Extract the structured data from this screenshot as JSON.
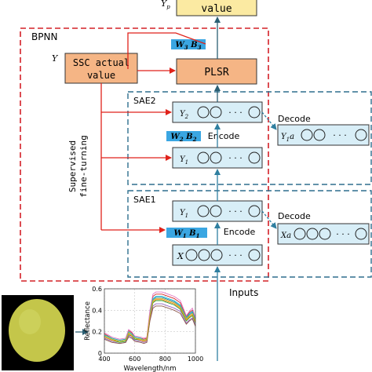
{
  "colors": {
    "bpnn_border": "#d42027",
    "sae_border": "#2e6f8e",
    "orange_box": "#f5b585",
    "yellow_box": "#fbeaa2",
    "encoder_box": "#d8eef7",
    "weight_tag": "#3aa6e2",
    "arrow_red": "#e0221a",
    "arrow_teal": "#2f7fa0",
    "fruit_bg": "#000000",
    "fruit": "#c4c64a"
  },
  "labels": {
    "yp": "Yp",
    "output_value": "value",
    "bpnn": "BPNN",
    "y_symbol": "Y",
    "ssc_line1": "SSC actual",
    "ssc_line2": "value",
    "w3b3": "W3 B3",
    "plsr": "PLSR",
    "sae2": "SAE2",
    "sae1": "SAE1",
    "y2": "Y2",
    "y1_top": "Y1",
    "y1_bottom": "Y1",
    "x": "X",
    "y1a": "Y1a",
    "xa": "Xa",
    "w2b2": "W2 B2",
    "w1b1": "W1 B1",
    "encode_top": "Encode",
    "encode_bottom": "Encode",
    "decode_top": "Decode",
    "decode_bottom": "Decode",
    "supervised_line1": "Supervised",
    "supervised_line2": "fine-turning",
    "inputs": "Inputs",
    "dots": "· · ·"
  },
  "chart_data": {
    "type": "line",
    "xlabel": "Wavelength/nm",
    "ylabel": "Reflectance",
    "xlim": [
      400,
      1000
    ],
    "ylim": [
      0,
      0.6
    ],
    "xticks": [
      "400",
      "600",
      "800",
      "1000"
    ],
    "yticks": [
      "0",
      "0.2",
      "0.4",
      "0.6"
    ],
    "grid": true,
    "x": [
      400,
      450,
      500,
      540,
      560,
      580,
      600,
      640,
      660,
      680,
      700,
      720,
      740,
      780,
      820,
      860,
      900,
      940,
      960,
      980,
      1000
    ],
    "series": [
      {
        "color": "#1f77b4",
        "values": [
          0.16,
          0.13,
          0.11,
          0.12,
          0.19,
          0.17,
          0.14,
          0.13,
          0.12,
          0.13,
          0.36,
          0.5,
          0.52,
          0.52,
          0.5,
          0.48,
          0.44,
          0.32,
          0.36,
          0.38,
          0.3
        ]
      },
      {
        "color": "#2ca02c",
        "values": [
          0.15,
          0.12,
          0.1,
          0.11,
          0.17,
          0.16,
          0.13,
          0.12,
          0.11,
          0.12,
          0.33,
          0.47,
          0.49,
          0.49,
          0.47,
          0.45,
          0.41,
          0.3,
          0.33,
          0.35,
          0.28
        ]
      },
      {
        "color": "#d62728",
        "values": [
          0.18,
          0.14,
          0.12,
          0.13,
          0.21,
          0.19,
          0.15,
          0.14,
          0.13,
          0.14,
          0.38,
          0.53,
          0.55,
          0.55,
          0.53,
          0.51,
          0.47,
          0.34,
          0.38,
          0.4,
          0.32
        ]
      },
      {
        "color": "#9467bd",
        "values": [
          0.14,
          0.11,
          0.09,
          0.1,
          0.16,
          0.15,
          0.12,
          0.11,
          0.1,
          0.11,
          0.31,
          0.44,
          0.46,
          0.46,
          0.44,
          0.42,
          0.39,
          0.28,
          0.31,
          0.33,
          0.26
        ]
      },
      {
        "color": "#17becf",
        "values": [
          0.17,
          0.14,
          0.12,
          0.13,
          0.2,
          0.18,
          0.15,
          0.14,
          0.12,
          0.13,
          0.37,
          0.51,
          0.53,
          0.53,
          0.51,
          0.49,
          0.45,
          0.33,
          0.37,
          0.39,
          0.31
        ]
      },
      {
        "color": "#ff7f0e",
        "values": [
          0.15,
          0.12,
          0.11,
          0.12,
          0.18,
          0.16,
          0.14,
          0.12,
          0.11,
          0.12,
          0.34,
          0.48,
          0.5,
          0.5,
          0.48,
          0.46,
          0.42,
          0.31,
          0.34,
          0.36,
          0.29
        ]
      },
      {
        "color": "#8c564b",
        "values": [
          0.13,
          0.1,
          0.09,
          0.1,
          0.15,
          0.14,
          0.11,
          0.1,
          0.09,
          0.1,
          0.3,
          0.42,
          0.44,
          0.44,
          0.42,
          0.4,
          0.37,
          0.27,
          0.3,
          0.32,
          0.25
        ]
      },
      {
        "color": "#e377c2",
        "values": [
          0.19,
          0.15,
          0.13,
          0.14,
          0.22,
          0.2,
          0.16,
          0.15,
          0.14,
          0.15,
          0.4,
          0.55,
          0.57,
          0.57,
          0.55,
          0.53,
          0.49,
          0.35,
          0.39,
          0.42,
          0.33
        ]
      },
      {
        "color": "#bcbd22",
        "values": [
          0.16,
          0.13,
          0.11,
          0.12,
          0.19,
          0.17,
          0.14,
          0.13,
          0.12,
          0.13,
          0.35,
          0.49,
          0.51,
          0.51,
          0.49,
          0.47,
          0.43,
          0.32,
          0.35,
          0.37,
          0.3
        ]
      }
    ]
  }
}
